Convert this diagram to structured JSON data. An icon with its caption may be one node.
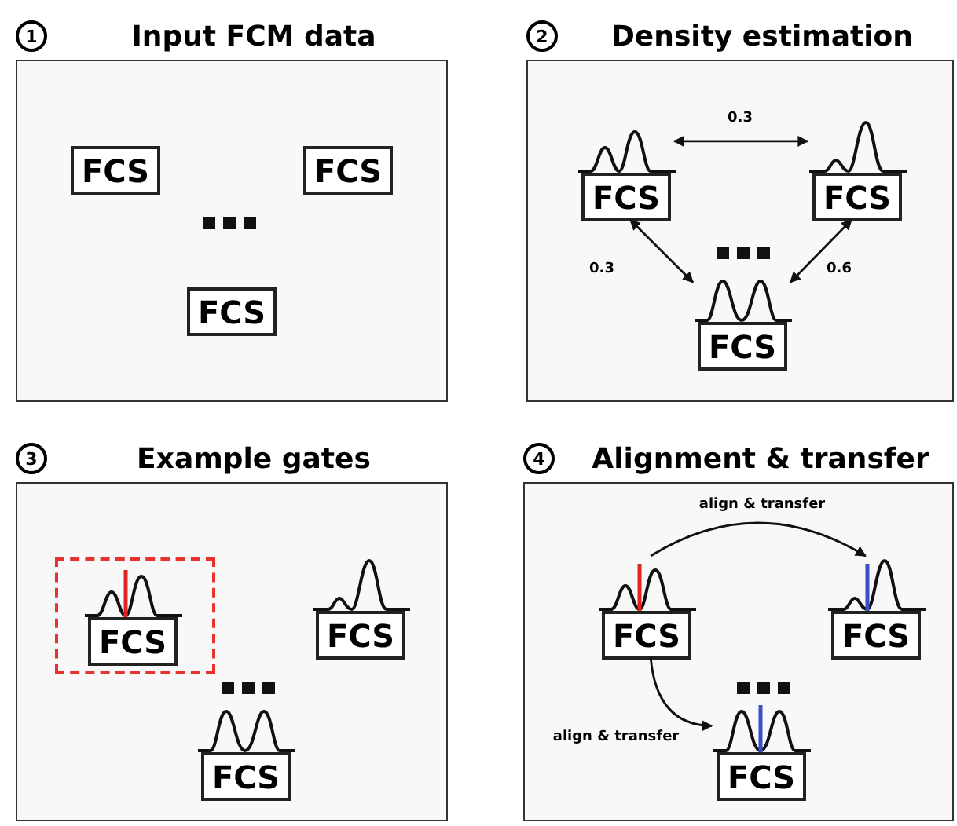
{
  "diagram": {
    "nodes": [
      {
        "text": [
          "Input FCM data"
        ],
        "beside": [
          "1"
        ]
      },
      {
        "text": [
          "FCS"
        ],
        "in": 0
      },
      {
        "text": [
          "FCS"
        ],
        "in": 0
      },
      {
        "text": [
          "FCS"
        ],
        "in": 0
      },
      {
        "text": [
          "Density estimation"
        ],
        "beside": [
          "2"
        ]
      },
      {
        "text": [
          "FCS"
        ],
        "in": 4
      },
      {
        "text": [
          "FCS"
        ],
        "in": 4
      },
      {
        "text": [
          "FCS"
        ],
        "in": 4
      },
      {
        "text": [
          "Example gates"
        ],
        "beside": [
          "3"
        ]
      },
      {
        "text": [],
        "shape": "box",
        "in": 8
      },
      {
        "text": [
          "FCS"
        ],
        "in": 9
      },
      {
        "text": [
          "FCS"
        ],
        "in": 8
      },
      {
        "text": [
          "FCS"
        ],
        "in": 8
      },
      {
        "text": [
          "Alignment & transfer"
        ],
        "beside": [
          "4"
        ]
      },
      {
        "text": [
          "FCS"
        ],
        "in": 13
      },
      {
        "text": [
          "FCS"
        ],
        "in": 13
      },
      {
        "text": [
          "FCS"
        ],
        "in": 13
      }
    ],
    "edges": [
      {
        "from": 5,
        "to": 6,
        "arrow": "both",
        "label": "0.3"
      },
      {
        "from": 5,
        "to": 7,
        "arrow": "both",
        "label": "0.3"
      },
      {
        "from": 7,
        "to": 6,
        "arrow": "both",
        "label": "0.6"
      },
      {
        "from": 14,
        "to": 15,
        "arrow": "to",
        "label": "align & transfer"
      },
      {
        "from": 14,
        "to": 16,
        "arrow": "to",
        "label": "align & transfer"
      }
    ]
  }
}
